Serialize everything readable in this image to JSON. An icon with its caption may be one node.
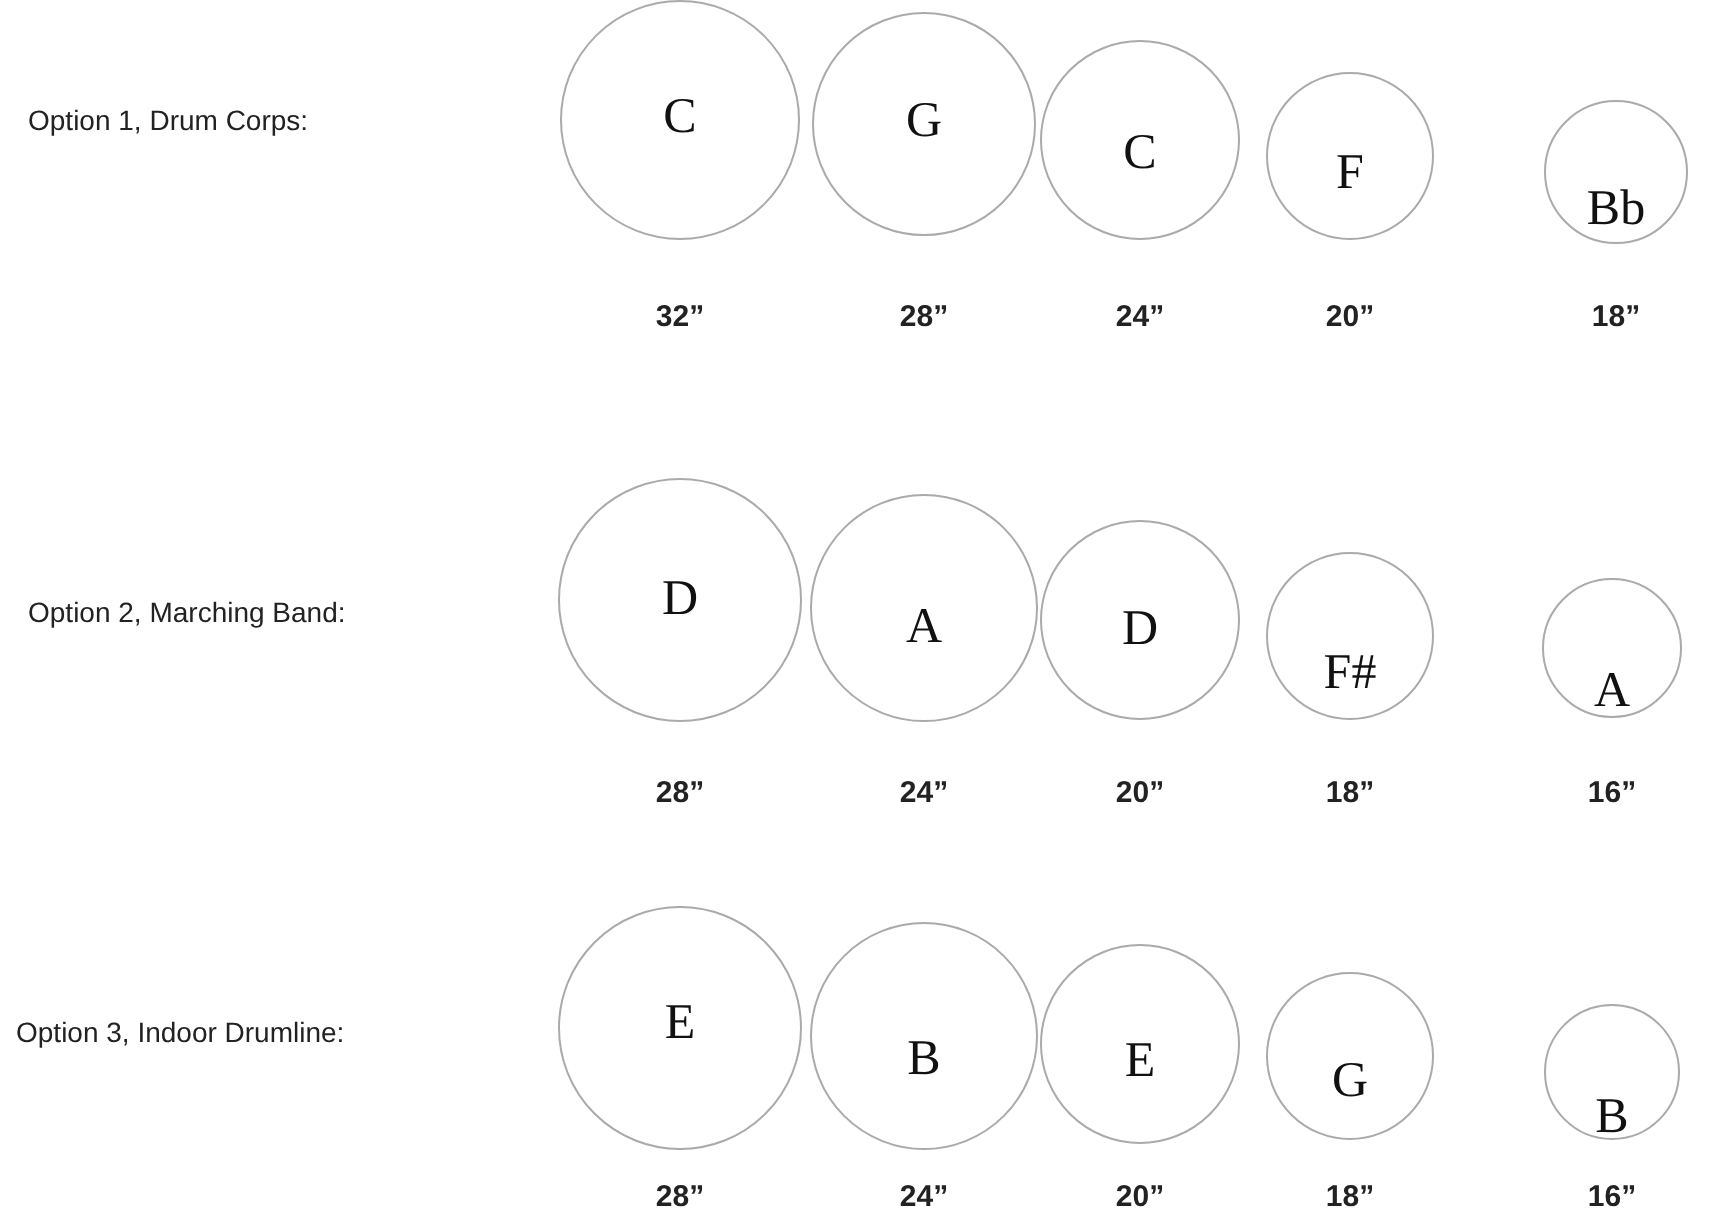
{
  "diagram": {
    "nodes": [
      {
        "text": [
          "C"
        ],
        "beside": [
          "32”"
        ]
      },
      {
        "text": [
          "G"
        ],
        "beside": [
          "28”"
        ]
      },
      {
        "text": [
          "C"
        ],
        "beside": [
          "24”"
        ]
      },
      {
        "text": [
          "F"
        ],
        "beside": [
          "20”"
        ]
      },
      {
        "text": [
          "Bb"
        ],
        "beside": [
          "18”"
        ]
      },
      {
        "text": [
          "D"
        ],
        "beside": [
          "28”"
        ]
      },
      {
        "text": [
          "A"
        ],
        "beside": [
          "24”"
        ]
      },
      {
        "text": [
          "D"
        ],
        "beside": [
          "20”"
        ]
      },
      {
        "text": [
          "F#"
        ],
        "beside": [
          "18”"
        ]
      },
      {
        "text": [
          "A"
        ],
        "beside": [
          "16”"
        ]
      },
      {
        "text": [
          "E"
        ],
        "beside": [
          "28”"
        ]
      },
      {
        "text": [
          "B"
        ],
        "beside": [
          "24”"
        ]
      },
      {
        "text": [
          "E"
        ],
        "beside": [
          "20”"
        ]
      },
      {
        "text": [
          "G"
        ],
        "beside": [
          "18”"
        ]
      },
      {
        "text": [
          "B"
        ],
        "beside": [
          "16”"
        ]
      }
    ],
    "labels": [
      "Option 1, Drum Corps:",
      "Option 2, Marching Band:",
      "Option 3, Indoor Drumline:"
    ]
  }
}
